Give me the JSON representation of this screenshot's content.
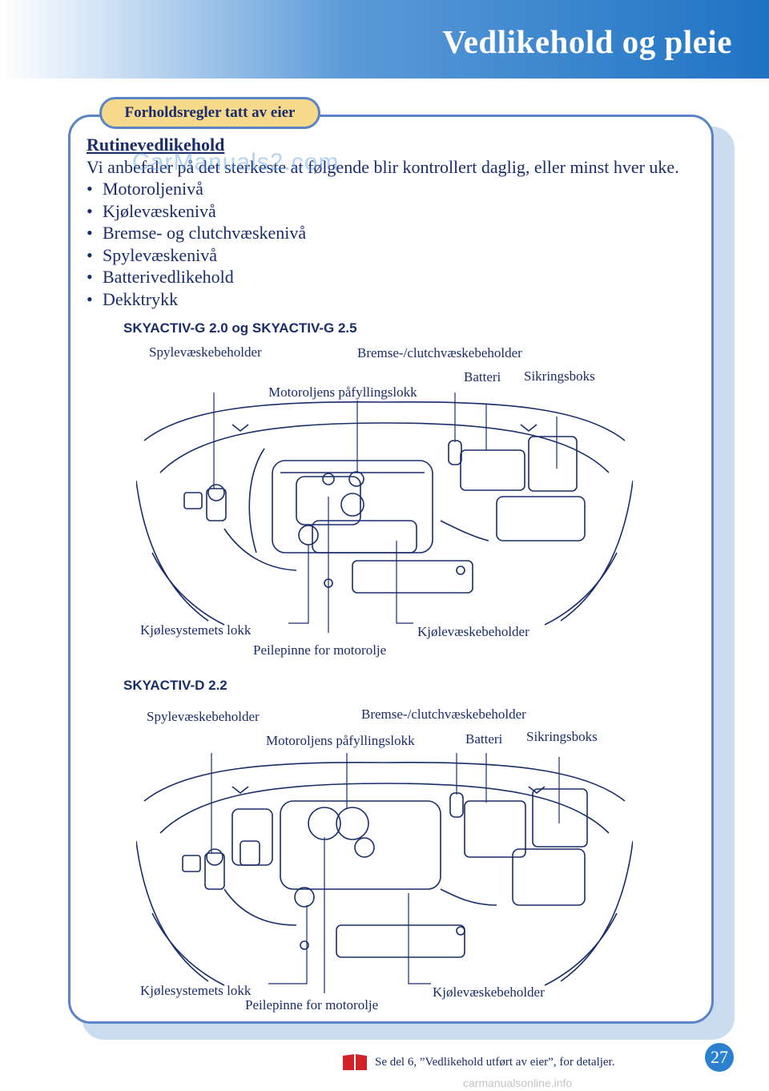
{
  "header": {
    "title": "Vedlikehold og pleie"
  },
  "section": {
    "tab_label": "Forholdsregler tatt av eier",
    "heading": "Rutinevedlikehold",
    "intro": "Vi anbefaler på det sterkeste at følgende blir kontrollert daglig, eller minst hver uke.",
    "bullets": [
      "Motoroljenivå",
      "Kjølevæskenivå",
      "Bremse- og clutchvæskenivå",
      "Spylevæskenivå",
      "Batterivedlikehold",
      "Dekktrykk"
    ]
  },
  "watermark": "CarManuals2.com",
  "diagram1": {
    "title": "SKYACTIV-G 2.0 og SKYACTIV-G 2.5",
    "labels": {
      "washer": "Spylevæskebeholder",
      "brake": "Bremse-/clutchvæskebeholder",
      "battery": "Batteri",
      "fuse": "Sikringsboks",
      "oil_cap": "Motoroljens påfyllingslokk",
      "radiator_cap": "Kjølesystemets lokk",
      "coolant": "Kjølevæskebeholder",
      "dipstick": "Peilepinne for motorolje"
    }
  },
  "diagram2": {
    "title": "SKYACTIV-D 2.2",
    "labels": {
      "washer": "Spylevæskebeholder",
      "brake": "Bremse-/clutchvæskebeholder",
      "battery": "Batteri",
      "fuse": "Sikringsboks",
      "oil_cap": "Motoroljens påfyllingslokk",
      "radiator_cap": "Kjølesystemets lokk",
      "coolant": "Kjølevæskebeholder",
      "dipstick": "Peilepinne for motorolje"
    }
  },
  "footer": {
    "reference": "Se del 6, ”Vedlikehold utført av eier”, for detaljer.",
    "page_number": "27",
    "watermark": "carmanualsonline.info"
  }
}
